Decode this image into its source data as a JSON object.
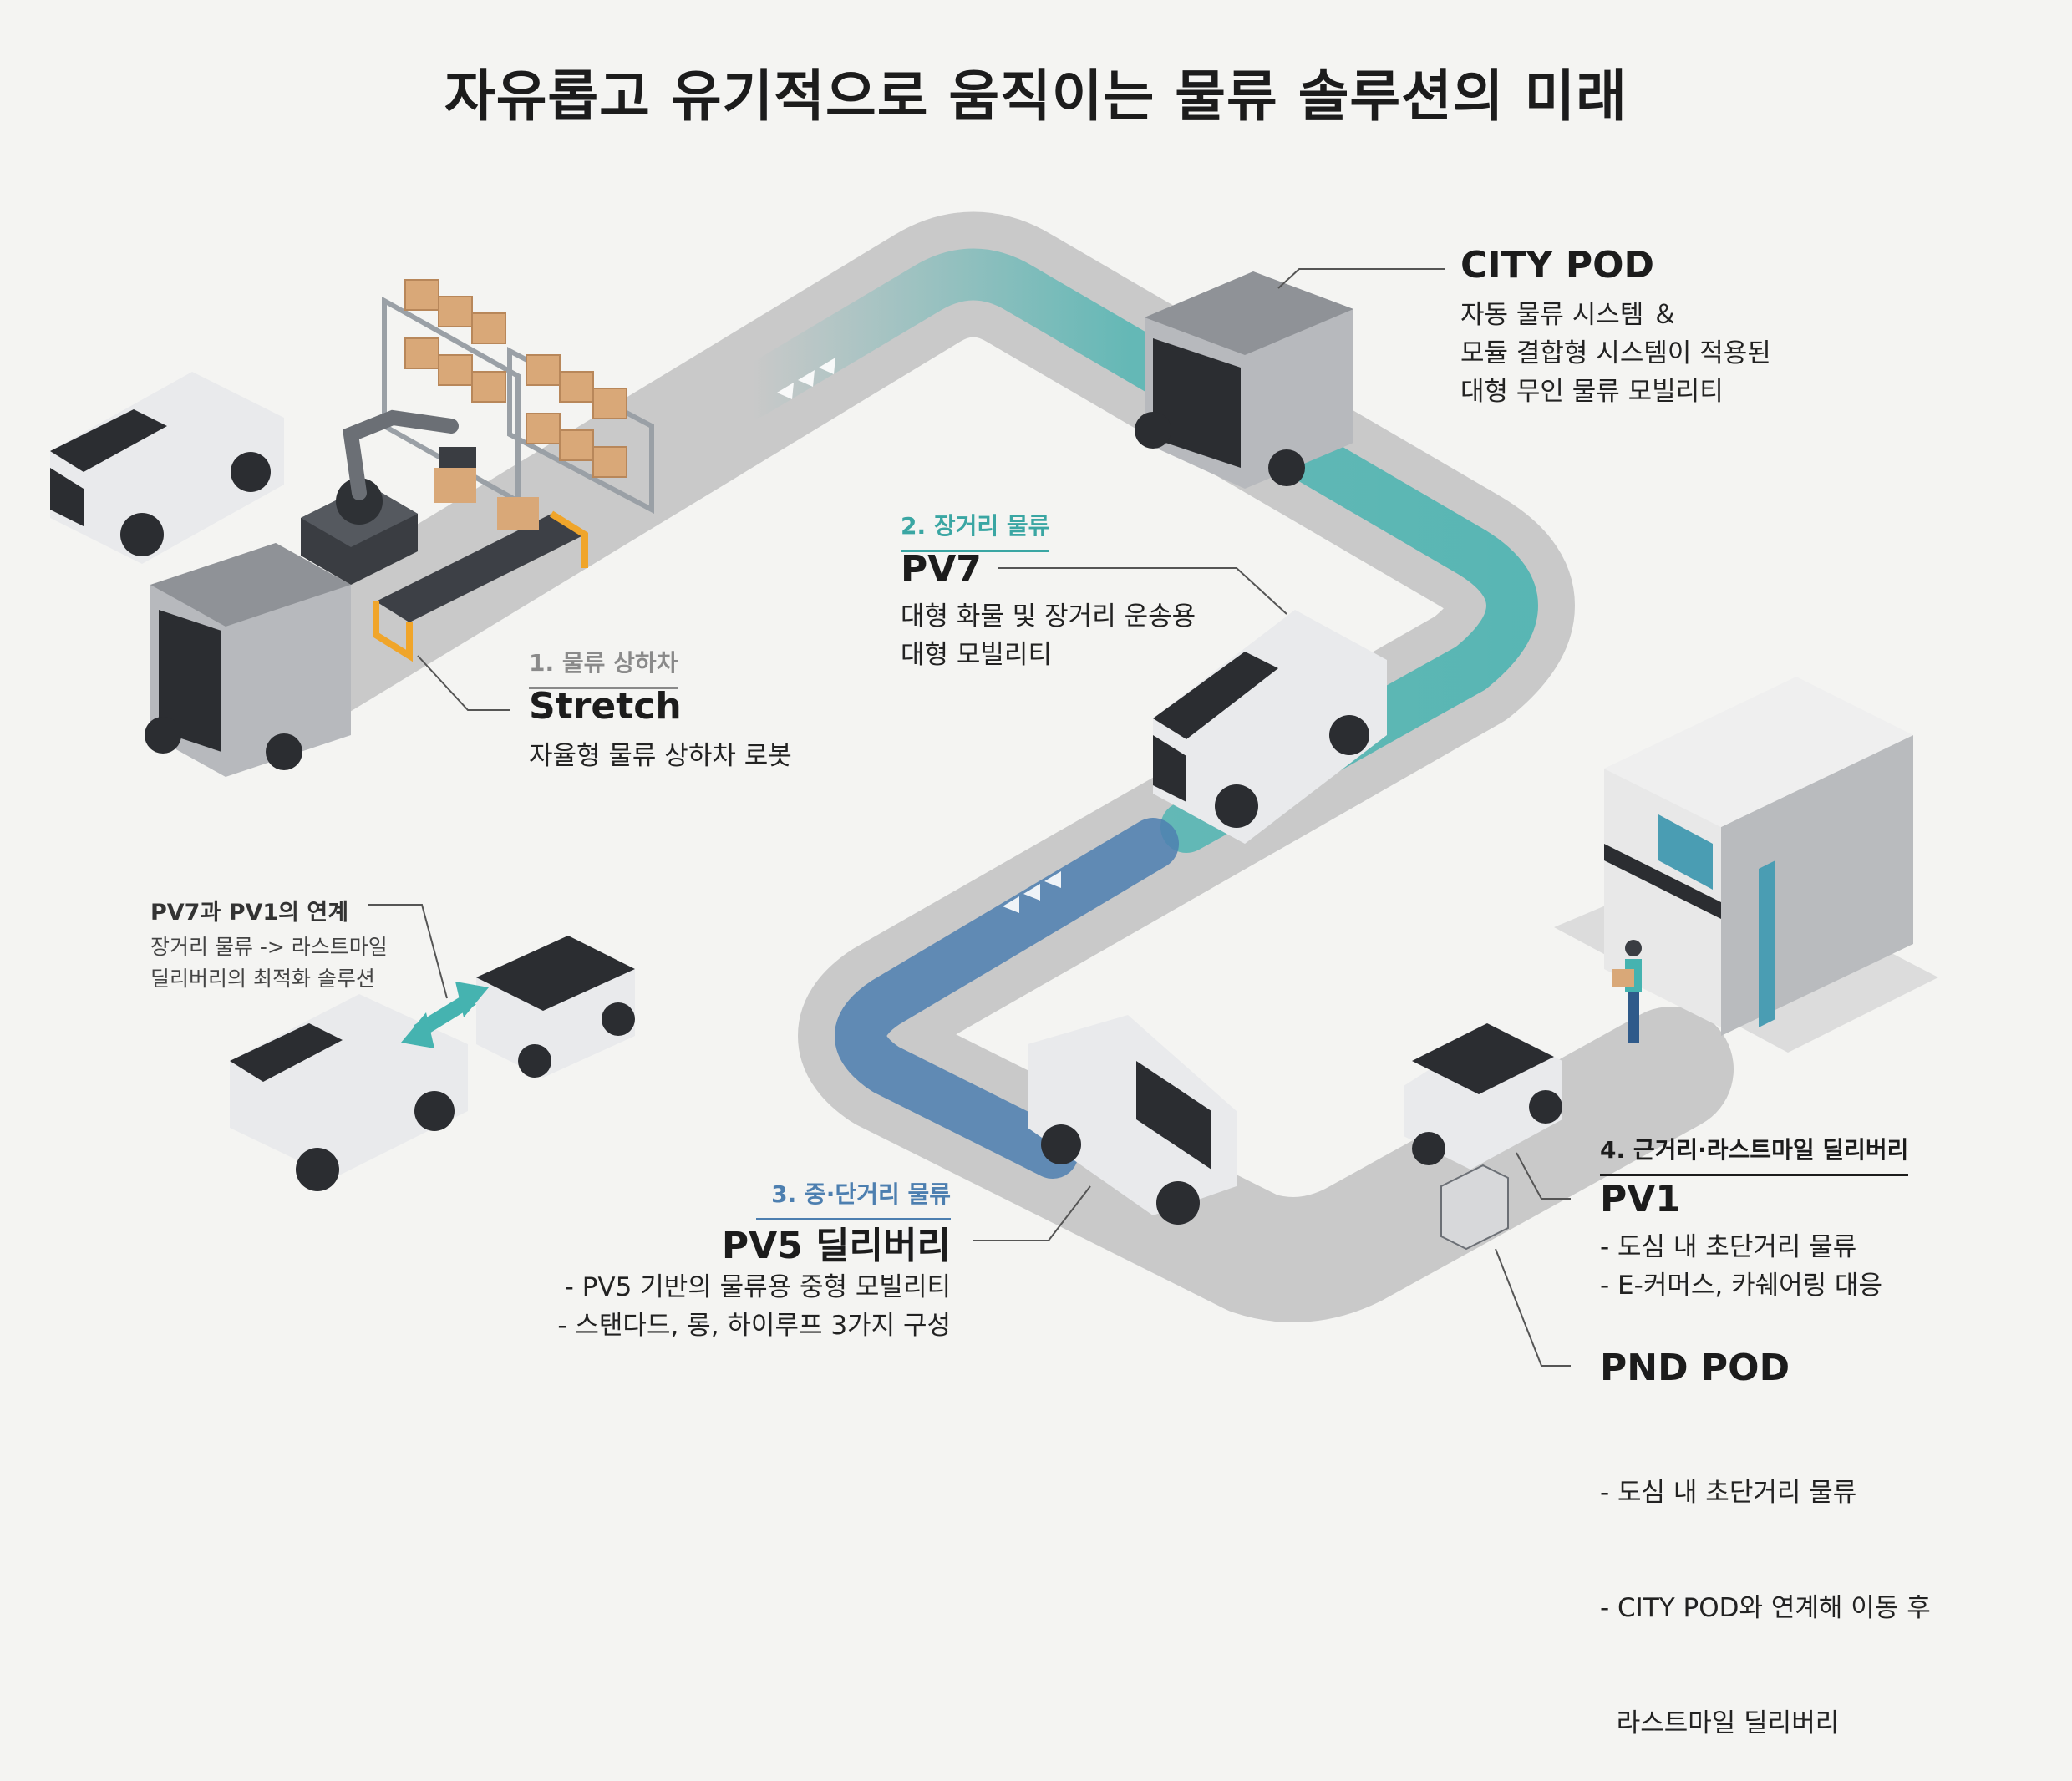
{
  "title": "자유롭고 유기적으로 움직이는 물류 솔루션의 미래",
  "colors": {
    "teal": "#45b3b0",
    "blue": "#4d7fb0",
    "road": "#c9c9c9",
    "background": "#f4f4f2"
  },
  "sections": {
    "stretch": {
      "step": "1. 물류 상하차",
      "name": "Stretch",
      "desc": [
        "자율형 물류 상하차 로봇"
      ]
    },
    "pv7": {
      "step": "2. 장거리 물류",
      "name": "PV7",
      "desc": [
        "대형 화물 및 장거리 운송용",
        "대형 모빌리티"
      ]
    },
    "citypod": {
      "name": "CITY POD",
      "desc": [
        "자동 물류 시스템 ＆",
        "모듈 결합형 시스템이 적용된",
        "대형 무인 물류 모빌리티"
      ]
    },
    "pv5": {
      "step": "3. 중·단거리 물류",
      "name": "PV5 딜리버리",
      "desc": [
        "- PV5 기반의 물류용 중형 모빌리티",
        "- 스탠다드, 롱, 하이루프 3가지 구성"
      ]
    },
    "pv1": {
      "step": "4. 근거리·라스트마일 딜리버리",
      "name": "PV1",
      "desc": [
        "- 도심 내 초단거리 물류",
        "- E-커머스, 카쉐어링 대응"
      ]
    },
    "pndpod": {
      "name": "PND POD",
      "desc": [
        "- 도심 내 초단거리 물류",
        "- CITY POD와 연계해 이동 후",
        "  라스트마일 딜리버리"
      ]
    },
    "link": {
      "title": "PV7과 PV1의 연계",
      "desc": [
        "장거리 물류 -> 라스트마일",
        "딜리버리의 최적화 솔루션"
      ]
    }
  }
}
